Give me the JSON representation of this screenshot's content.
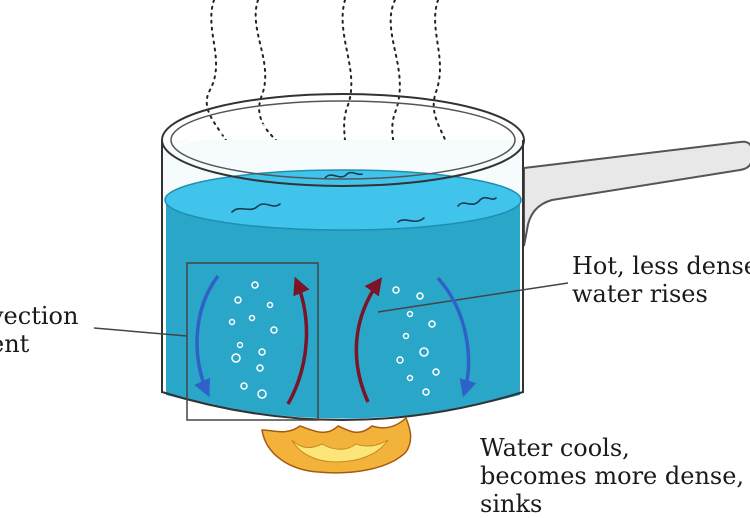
{
  "labels": {
    "convection_current": [
      "vection",
      "ent"
    ],
    "hot_water": [
      "Hot, less dense",
      "water rises"
    ],
    "cool_water": [
      "Water cools,",
      "becomes more dense,",
      "sinks"
    ]
  },
  "colors": {
    "water_surface": "#40c4ec",
    "water_body": "#2aa6c9",
    "cold_arrow": "#2f62c8",
    "hot_arrow": "#7b1426",
    "flame_outer": "#f3b23a",
    "flame_inner": "#fce67a",
    "handle": "#e8e8e8"
  }
}
